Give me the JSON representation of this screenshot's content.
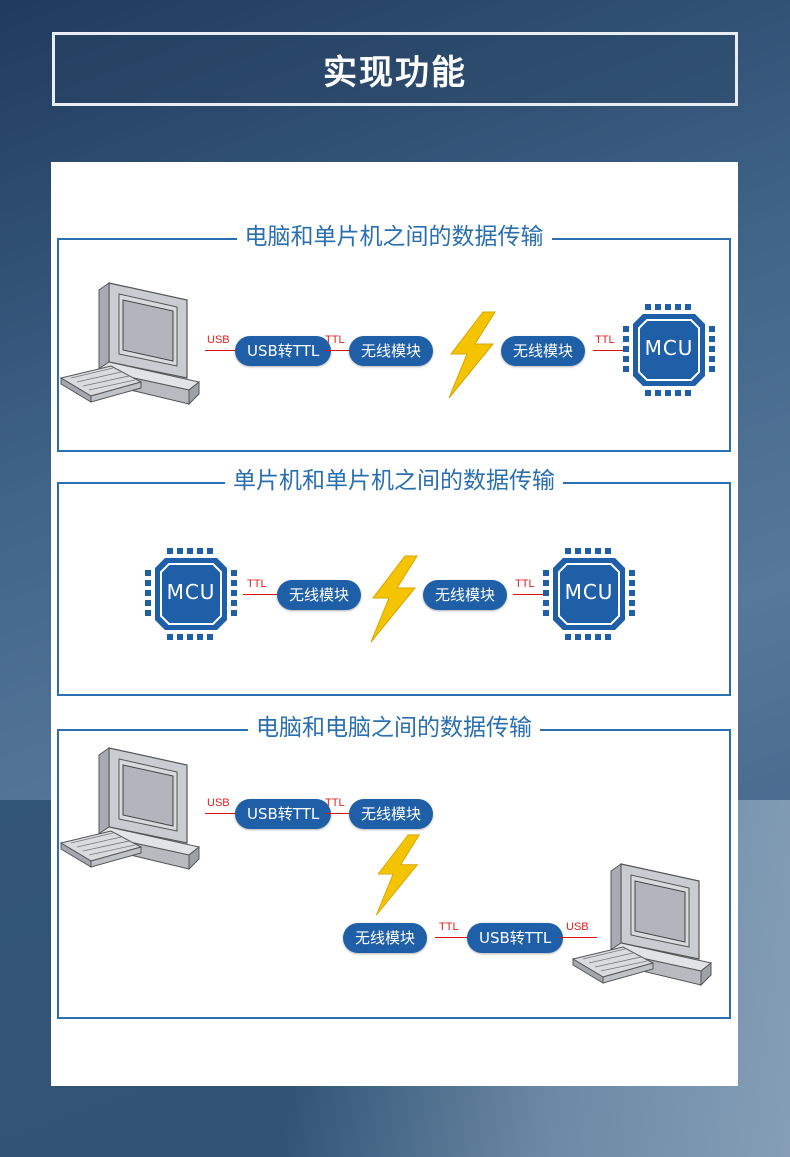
{
  "header": {
    "title": "实现功能"
  },
  "sections": [
    {
      "title": "电脑和单片机之间的数据传输",
      "labels": {
        "usb": "USB",
        "ttl_a": "TTL",
        "ttl_b": "TTL"
      },
      "pills": {
        "usb_ttl": "USB转TTL",
        "wireless_a": "无线模块",
        "wireless_b": "无线模块"
      },
      "mcu": "MCU"
    },
    {
      "title": "单片机和单片机之间的数据传输",
      "labels": {
        "ttl_a": "TTL",
        "ttl_b": "TTL"
      },
      "pills": {
        "wireless_a": "无线模块",
        "wireless_b": "无线模块"
      },
      "mcu_a": "MCU",
      "mcu_b": "MCU"
    },
    {
      "title": "电脑和电脑之间的数据传输",
      "labels": {
        "usb_a": "USB",
        "ttl_a": "TTL",
        "ttl_b": "TTL",
        "usb_b": "USB"
      },
      "pills": {
        "usb_ttl_a": "USB转TTL",
        "wireless_a": "无线模块",
        "wireless_b": "无线模块",
        "usb_ttl_b": "USB转TTL"
      }
    }
  ],
  "colors": {
    "accent": "#2a6fb0",
    "pill": "#1f5fa8",
    "wire": "#dd1111",
    "lightning": "#f5c400"
  },
  "icons": [
    "computer-icon",
    "mcu-chip-icon",
    "lightning-icon"
  ]
}
